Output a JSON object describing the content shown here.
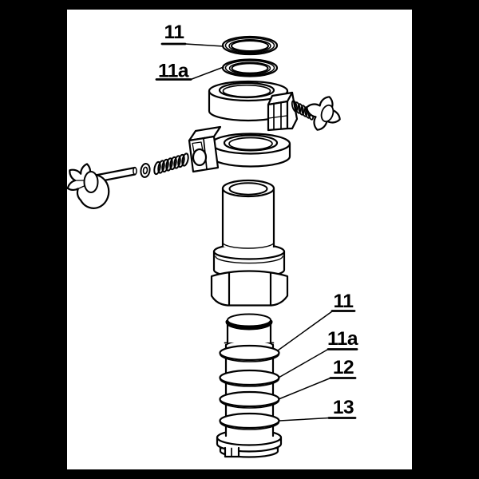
{
  "canvas": {
    "border_color": "#000000",
    "paper_color": "#ffffff",
    "line_color": "#000000"
  },
  "diagram": {
    "kind": "exploded-parts-technical-drawing",
    "callouts_top": [
      {
        "label": "11"
      },
      {
        "label": "11a"
      }
    ],
    "callouts_bottom": [
      {
        "label": "11"
      },
      {
        "label": "11a"
      },
      {
        "label": "12"
      },
      {
        "label": "13"
      }
    ],
    "parts": [
      "flat-seal-ring-11",
      "o-ring-11a",
      "upper-clamp-flange-with-screw-boss",
      "clamp-star-knob-right",
      "lower-clamp-flange",
      "star-knob-bolt-left",
      "washer",
      "compression-spring",
      "pipe-union-with-hex-nut",
      "barbed-tank-fitting-with-four-seal-rings"
    ]
  }
}
